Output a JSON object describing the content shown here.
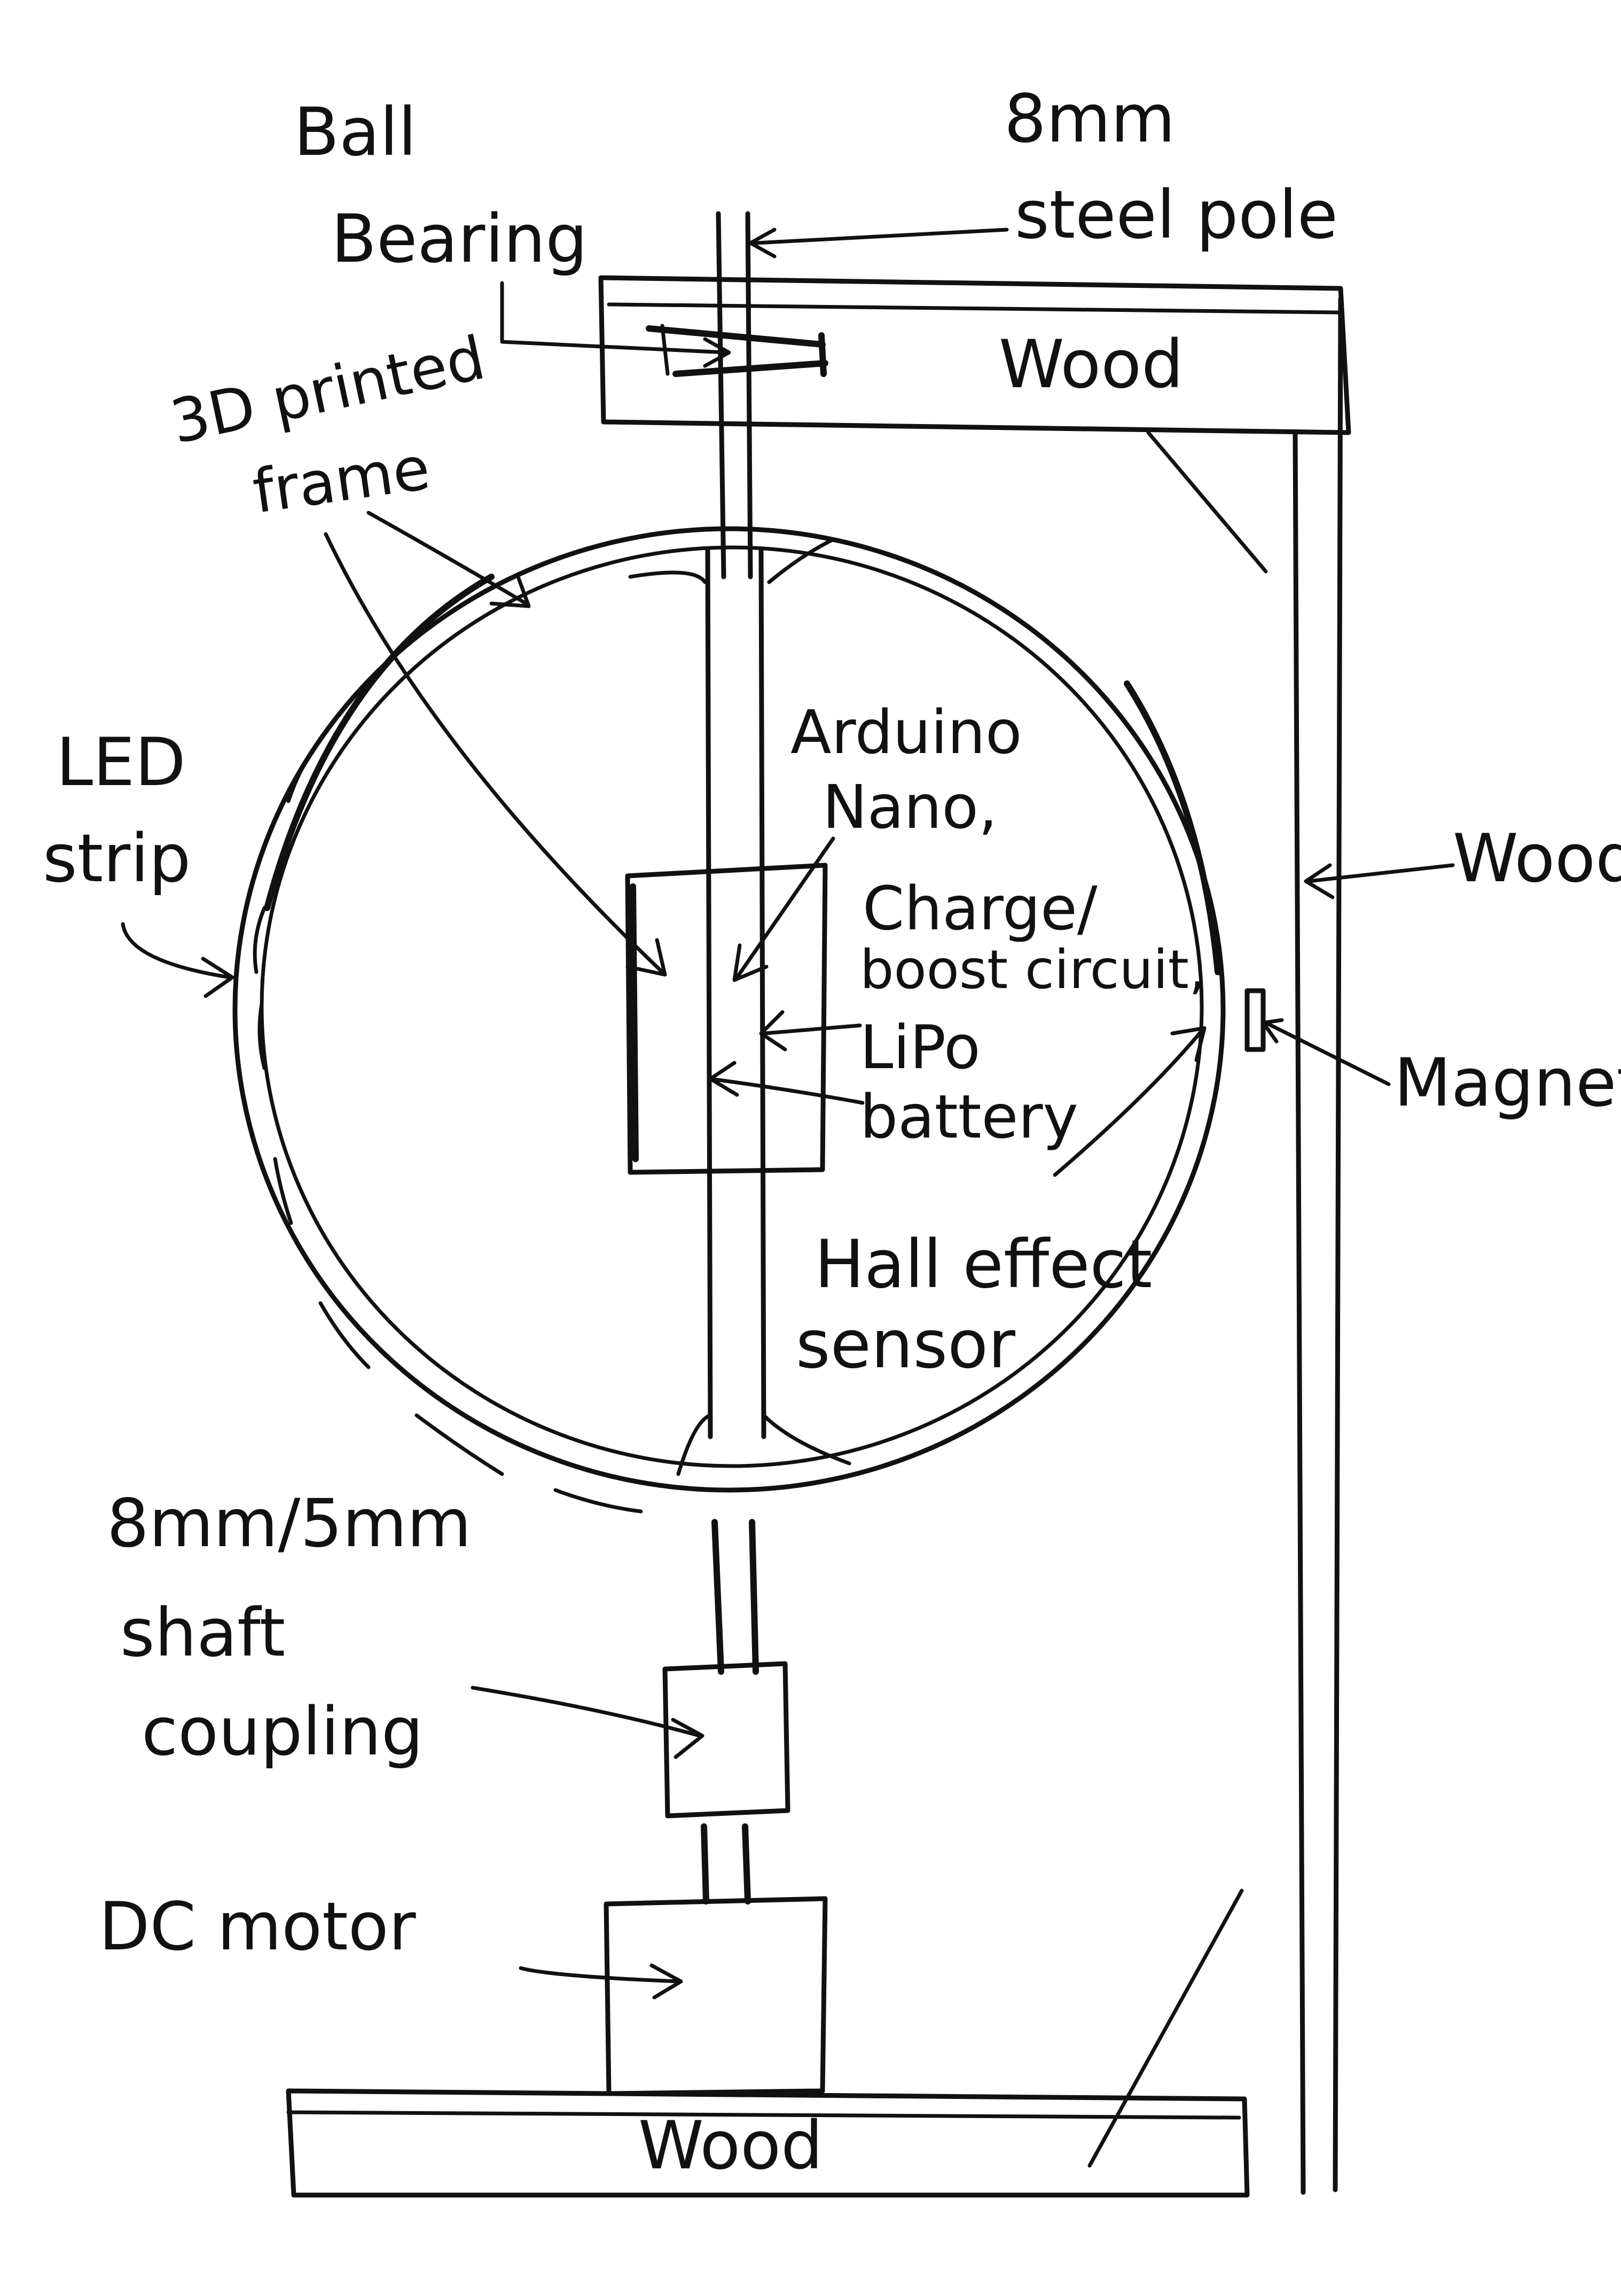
{
  "labels": {
    "ball_bearing_1": "Ball",
    "ball_bearing_2": "Bearing",
    "steel_pole_1": "8mm",
    "steel_pole_2": "steel pole",
    "wood_top": "Wood",
    "printed_frame_1": "3D printed",
    "printed_frame_2": "frame",
    "led_strip_1": "LED",
    "led_strip_2": "strip",
    "electronics_1": "Arduino",
    "electronics_2": "Nano,",
    "electronics_3": "Charge/",
    "electronics_4": "boost circuit,",
    "electronics_5": "LiPo",
    "electronics_6": "battery",
    "wood_side": "Wood",
    "magnet": "Magnet",
    "hall_sensor_1": "Hall effect",
    "hall_sensor_2": "sensor",
    "shaft_coupling_1": "8mm/5mm",
    "shaft_coupling_2": "shaft",
    "shaft_coupling_3": "coupling",
    "dc_motor": "DC motor",
    "wood_bottom": "Wood"
  },
  "colors": {
    "ink": "#111111",
    "paper": "#ffffff"
  }
}
